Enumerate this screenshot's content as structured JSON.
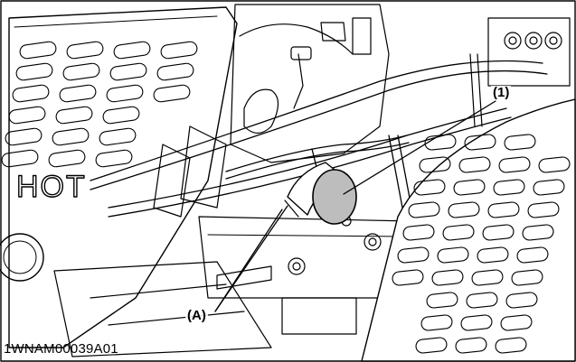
{
  "figure": {
    "id": "1WNAM00039A01",
    "callouts": [
      {
        "label": "(1)"
      },
      {
        "label": "(A)"
      }
    ],
    "embossed_text": "HOT"
  },
  "colors": {
    "line": "#000000",
    "highlight": "#bdbdbd",
    "background": "#ffffff"
  }
}
